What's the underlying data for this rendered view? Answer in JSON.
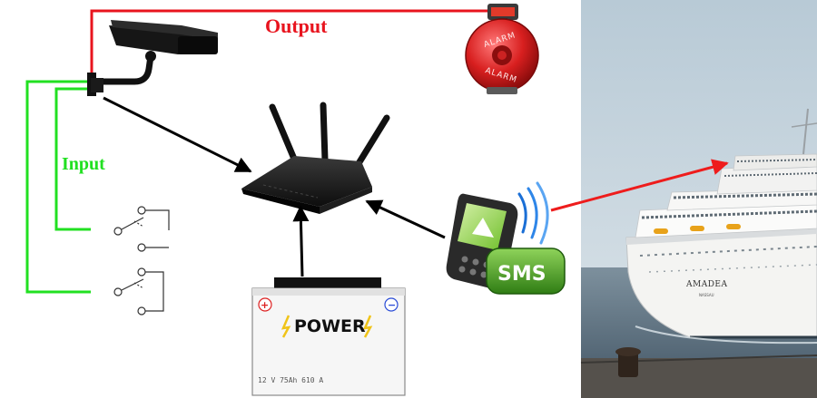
{
  "labels": {
    "output": "Output",
    "input": "Input"
  },
  "alarm": {
    "top_text": "ALARM",
    "bottom_text": "ALARM"
  },
  "battery": {
    "title": "POWER",
    "spec": "12 V  75Ah  610 A",
    "plus": "+",
    "minus": "−"
  },
  "sms_badge": {
    "label": "SMS"
  },
  "ship": {
    "name": "AMADEA",
    "port": "NASSAU"
  },
  "colors": {
    "output_wire": "#e8141e",
    "input_wire": "#21e021",
    "arrow": "#000000",
    "sms_arrow": "#ee1c1c",
    "alarm_body": "#d81f1f",
    "sms_badge": "#3c9a1e",
    "sky": "#c9d7e0",
    "sea": "#6a7f8f"
  },
  "icons": {
    "camera": "security-camera-icon",
    "alarm": "alarm-bell-icon",
    "router": "wifi-router-icon",
    "phone": "mobile-phone-icon",
    "battery": "battery-icon",
    "switches": "switch-contacts-icon"
  }
}
